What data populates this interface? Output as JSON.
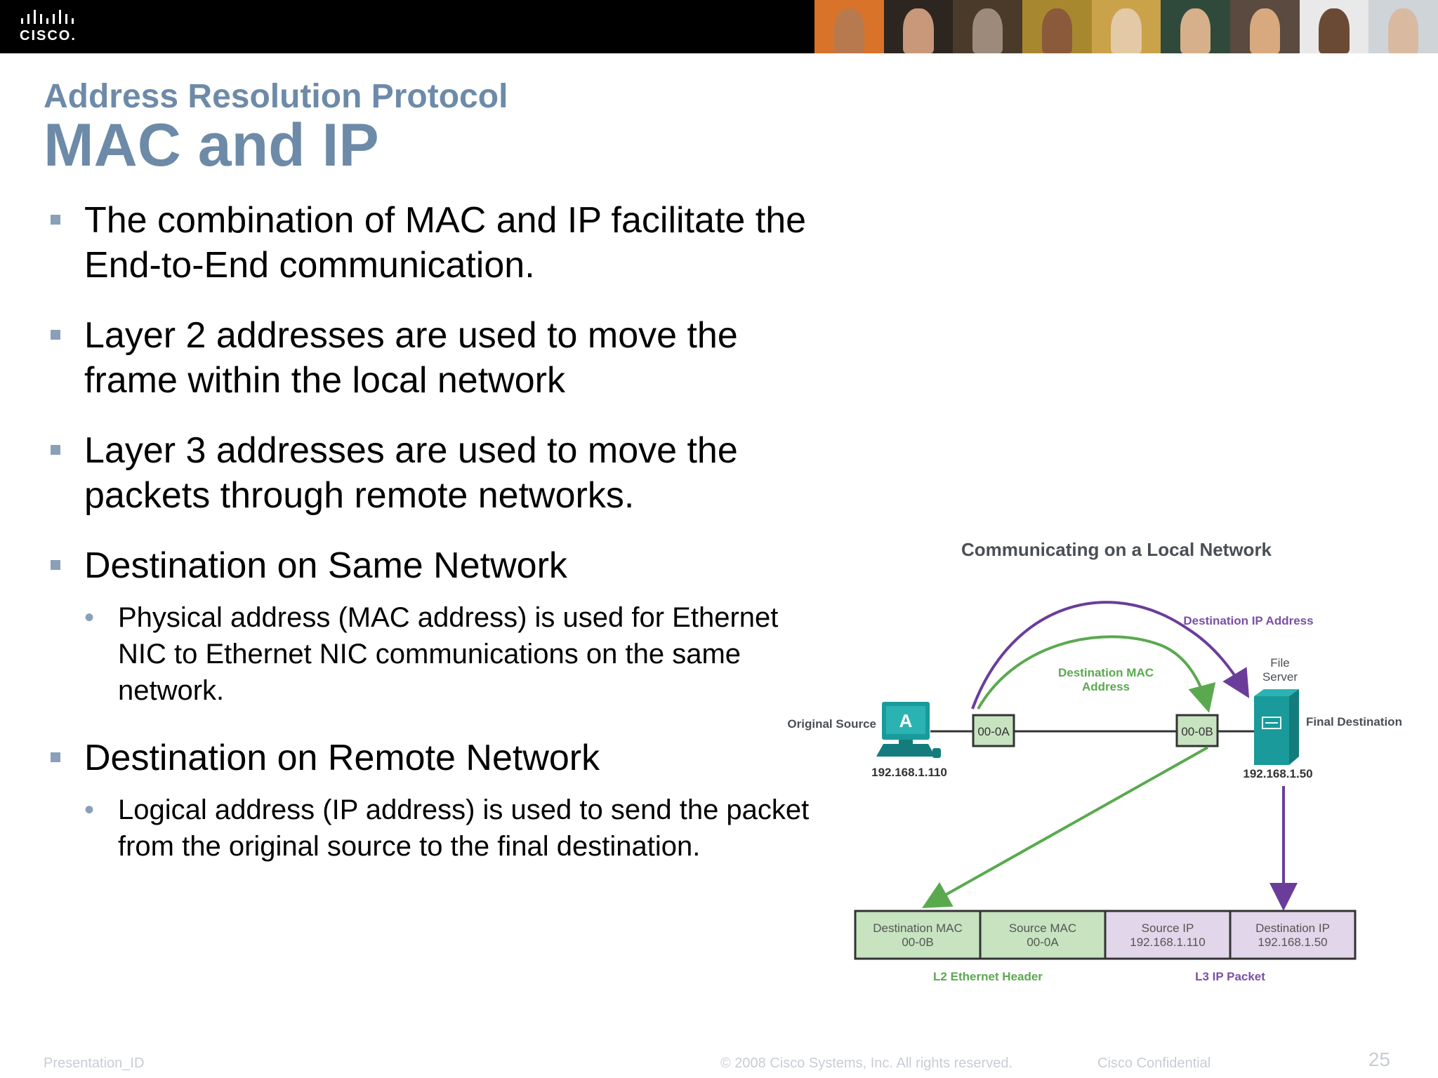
{
  "brand": {
    "logo_text": "CISCO."
  },
  "slide": {
    "subtitle": "Address Resolution Protocol",
    "title": "MAC and IP",
    "bullets": [
      {
        "text": "The combination of MAC and IP facilitate the End-to-End communication."
      },
      {
        "text": "Layer 2 addresses are used to move the frame within the local network"
      },
      {
        "text": "Layer 3 addresses are used to move the packets through remote networks."
      },
      {
        "text": "Destination on Same Network",
        "sub": "Physical address (MAC address) is used for Ethernet NIC to Ethernet NIC communications on the same network."
      },
      {
        "text": "Destination on Remote Network",
        "sub": "Logical address (IP address) is used to send the packet from the original source to the final destination."
      }
    ]
  },
  "diagram": {
    "title": "Communicating on a Local Network",
    "dest_ip_label": "Destination IP Address",
    "dest_mac_label_1": "Destination MAC",
    "dest_mac_label_2": "Address",
    "server_label_1": "File",
    "server_label_2": "Server",
    "source_label": "Original Source",
    "final_label": "Final Destination",
    "pc_letter": "A",
    "source_mac": "00-0A",
    "dest_mac": "00-0B",
    "source_ip": "192.168.1.110",
    "dest_ip": "192.168.1.50",
    "header": [
      {
        "label": "Destination MAC",
        "value": "00-0B"
      },
      {
        "label": "Source MAC",
        "value": "00-0A"
      },
      {
        "label": "Source IP",
        "value": "192.168.1.110"
      },
      {
        "label": "Destination IP",
        "value": "192.168.1.50"
      }
    ],
    "l2_label": "L2 Ethernet Header",
    "l3_label": "L3 IP Packet",
    "colors": {
      "green": "#5aa94f",
      "purple": "#6a3d9a",
      "teal": "#1a9a9a",
      "green_fill": "#c7e3c0",
      "purple_fill": "#e2d6ea"
    }
  },
  "footer": {
    "left": "Presentation_ID",
    "center": "© 2008 Cisco Systems, Inc. All rights reserved.",
    "right": "Cisco Confidential",
    "page": "25"
  }
}
